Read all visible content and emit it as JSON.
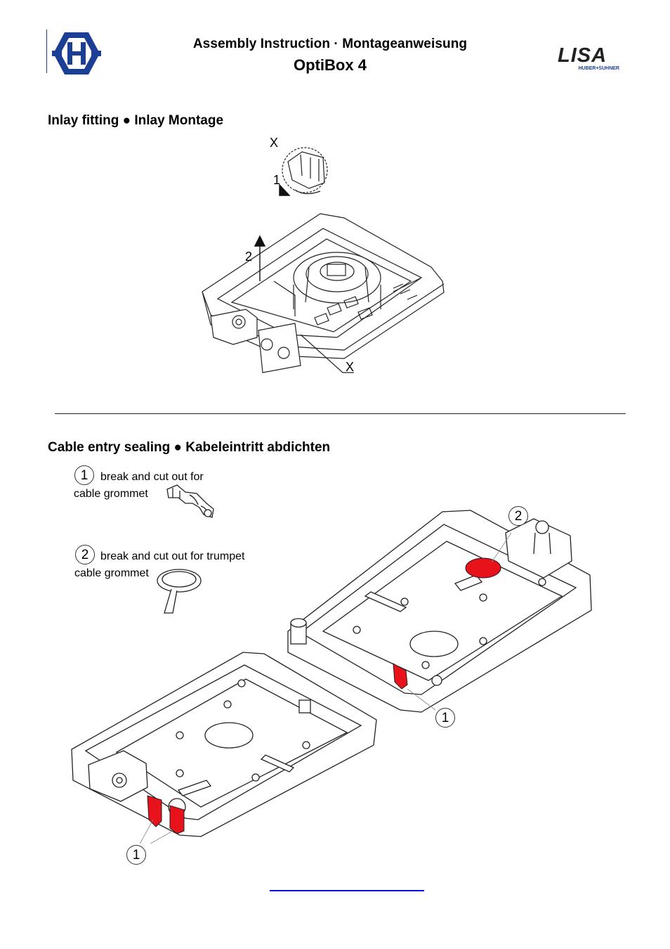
{
  "header": {
    "title": "Assembly Instruction · Montageanweisung",
    "subtitle": "OptiBox 4",
    "logo_left": "h-shield-logo",
    "logo_right": {
      "brand": "LISA",
      "maker": "HUBER+SUHNER"
    }
  },
  "section1": {
    "title": "Inlay fitting ● Inlay Montage",
    "labels": {
      "detail": "X",
      "step1": "1",
      "step2": "2",
      "pointer": "X"
    }
  },
  "section2": {
    "title": "Cable entry sealing ● Kabeleintritt abdichten",
    "callout1": {
      "num": "1",
      "line1": "break and cut out for",
      "line2": "cable grommet"
    },
    "callout2": {
      "num": "2",
      "line1": "break and cut out for trumpet",
      "line2": "cable grommet"
    },
    "markers": [
      "2",
      "1",
      "1"
    ]
  },
  "colors": {
    "highlight": "#e8121b",
    "brand_blue": "#1b3f94",
    "link": "#0000ee"
  }
}
